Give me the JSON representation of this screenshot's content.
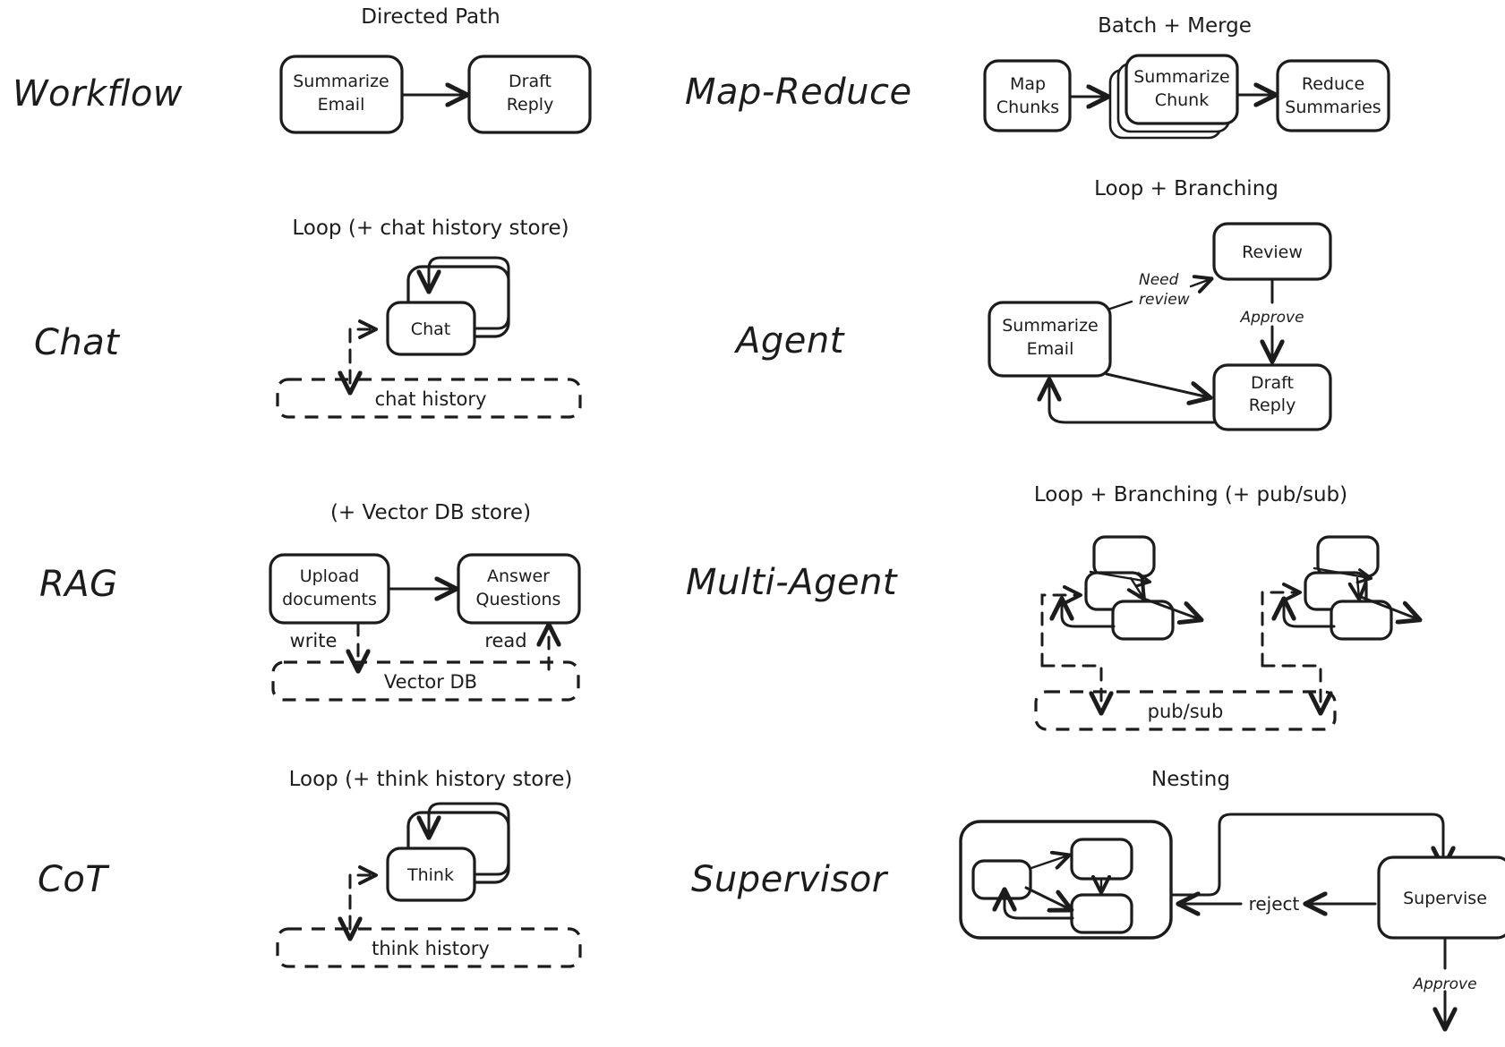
{
  "figure": {
    "background": "#ffffff",
    "ink": "#1c1c1c",
    "style": "hand-drawn architecture patterns"
  },
  "rows": [
    {
      "left": {
        "label": "Workflow",
        "title": "Directed Path",
        "nodes": [
          "Summarize Email",
          "Draft Reply"
        ],
        "edges": [
          {
            "from": "Summarize Email",
            "to": "Draft Reply",
            "label": ""
          }
        ],
        "stores": []
      },
      "right": {
        "label": "Map-Reduce",
        "title": "Batch + Merge",
        "nodes": [
          "Map Chunks",
          "Summarize Chunk",
          "Reduce Summaries"
        ],
        "edges": [
          {
            "from": "Map Chunks",
            "to": "Summarize Chunk",
            "label": ""
          },
          {
            "from": "Summarize Chunk",
            "to": "Reduce Summaries",
            "label": ""
          }
        ],
        "stores": []
      }
    },
    {
      "left": {
        "label": "Chat",
        "title": "Loop (+ chat history store)",
        "nodes": [
          "Chat"
        ],
        "edges": [
          {
            "from": "Chat",
            "to": "Chat",
            "label": ""
          }
        ],
        "stores": [
          "chat history"
        ]
      },
      "right": {
        "label": "Agent",
        "title": "Loop + Branching",
        "nodes": [
          "Summarize Email",
          "Review",
          "Draft Reply"
        ],
        "edges": [
          {
            "from": "Summarize Email",
            "to": "Review",
            "label": "Need review"
          },
          {
            "from": "Review",
            "to": "Draft Reply",
            "label": "Approve"
          },
          {
            "from": "Summarize Email",
            "to": "Draft Reply",
            "label": ""
          },
          {
            "from": "Draft Reply",
            "to": "Summarize Email",
            "label": ""
          }
        ],
        "stores": []
      }
    },
    {
      "left": {
        "label": "RAG",
        "title": "(+ Vector DB store)",
        "nodes": [
          "Upload documents",
          "Answer Questions"
        ],
        "edges": [
          {
            "from": "Upload documents",
            "to": "Answer Questions",
            "label": ""
          },
          {
            "from": "Upload documents",
            "to": "Vector DB",
            "label": "write"
          },
          {
            "from": "Vector DB",
            "to": "Answer Questions",
            "label": "read"
          }
        ],
        "stores": [
          "Vector DB"
        ]
      },
      "right": {
        "label": "Multi-Agent",
        "title": "Loop + Branching (+ pub/sub)",
        "nodes": [],
        "edges": [],
        "stores": [
          "pub/sub"
        ]
      }
    },
    {
      "left": {
        "label": "CoT",
        "title": "Loop (+ think history store)",
        "nodes": [
          "Think"
        ],
        "edges": [
          {
            "from": "Think",
            "to": "Think",
            "label": ""
          }
        ],
        "stores": [
          "think history"
        ]
      },
      "right": {
        "label": "Supervisor",
        "title": "Nesting",
        "nodes": [
          "Supervise"
        ],
        "edges": [
          {
            "from": "Supervise",
            "to": "subgraph",
            "label": "reject"
          },
          {
            "from": "Supervise",
            "to": "out",
            "label": "Approve"
          }
        ],
        "stores": []
      }
    }
  ],
  "labels": {
    "workflow": "Workflow",
    "map_reduce": "Map-Reduce",
    "chat": "Chat",
    "agent": "Agent",
    "rag": "RAG",
    "multi_agent": "Multi-Agent",
    "cot": "CoT",
    "supervisor": "Supervisor"
  },
  "titles": {
    "directed_path": "Directed Path",
    "batch_merge": "Batch + Merge",
    "loop_chat": "Loop (+ chat history store)",
    "loop_branching": "Loop + Branching",
    "vector_db_store": "(+ Vector DB store)",
    "loop_branching_pubsub": "Loop + Branching (+ pub/sub)",
    "loop_think": "Loop (+ think history store)",
    "nesting": "Nesting"
  },
  "nodes": {
    "summarize_email": {
      "line1": "Summarize",
      "line2": "Email"
    },
    "draft_reply": {
      "line1": "Draft",
      "line2": "Reply"
    },
    "map_chunks": {
      "line1": "Map",
      "line2": "Chunks"
    },
    "summarize_chunk": {
      "line1": "Summarize",
      "line2": "Chunk"
    },
    "reduce_summaries": {
      "line1": "Reduce",
      "line2": "Summaries"
    },
    "chat": {
      "line1": "Chat"
    },
    "review": {
      "line1": "Review"
    },
    "agent_summarize_email": {
      "line1": "Summarize",
      "line2": "Email"
    },
    "agent_draft_reply": {
      "line1": "Draft",
      "line2": "Reply"
    },
    "upload_documents": {
      "line1": "Upload",
      "line2": "documents"
    },
    "answer_questions": {
      "line1": "Answer",
      "line2": "Questions"
    },
    "think": {
      "line1": "Think"
    },
    "supervise": {
      "line1": "Supervise"
    }
  },
  "stores": {
    "chat_history": "chat history",
    "vector_db": "Vector DB",
    "pubsub": "pub/sub",
    "think_history": "think history"
  },
  "edge_labels": {
    "need": "Need",
    "review": "review",
    "approve": "Approve",
    "write": "write",
    "read": "read",
    "reject": "reject",
    "approve2": "Approve"
  }
}
